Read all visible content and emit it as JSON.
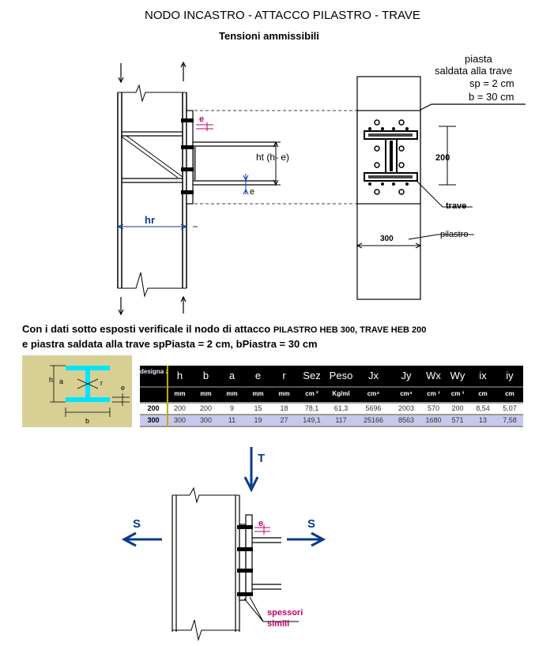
{
  "title": "NODO INCASTRO -  ATTACCO PILASTRO - TRAVE",
  "subtitle": "Tensioni ammissibili",
  "plate_label": {
    "line1": "piasta",
    "line2": "saldata alla trave",
    "line3": "sp = 2 cm",
    "line4": "b = 30 cm"
  },
  "labels": {
    "e": "e",
    "ht": "ht (h- e)",
    "hr": "hr",
    "dim200": "200",
    "dim300": "300",
    "trave": "trave",
    "pilastro": "pilastro",
    "T": "T",
    "S": "S"
  },
  "intro_line1_a": "Con i dati sotto esposti verificale  il nodo  di attacco ",
  "intro_line1_b": "PILASTRO HEB 300,  TRAVE  HEB 200",
  "intro_line2": "e piastra saldata alla trave spPiasta = 2 cm, bPiastra = 30 cm",
  "section_labels": {
    "h": "h",
    "a": "a",
    "e": "e",
    "r": "r",
    "b": "b"
  },
  "table": {
    "header_first": "designa zione",
    "headers": [
      "h",
      "b",
      "a",
      "e",
      "r",
      "Sez",
      "Peso",
      "Jx",
      "Jy",
      "Wx",
      "Wy",
      "ix",
      "iy"
    ],
    "units": [
      "",
      "mm",
      "mm",
      "mm",
      "mm",
      "mm",
      "cm ²",
      "Kg/ml",
      "cm⁴",
      "cm⁴",
      "cm ³",
      "cm ³",
      "cm",
      "cm"
    ],
    "rows": [
      [
        "200",
        "200",
        "200",
        "9",
        "15",
        "18",
        "78,1",
        "61,3",
        "5696",
        "2003",
        "570",
        "200",
        "8,54",
        "5,07"
      ],
      [
        "300",
        "300",
        "300",
        "11",
        "19",
        "27",
        "149,1",
        "117",
        "25166",
        "8563",
        "1680",
        "571",
        "13",
        "7,58"
      ]
    ]
  },
  "spessori": "spessori simili",
  "colors": {
    "magenta": "#c0006a",
    "blue_arrow": "#0a3a8a",
    "cyan": "#00e5ff",
    "olive_bg": "#d8cf95",
    "gold": "#c8a800"
  }
}
